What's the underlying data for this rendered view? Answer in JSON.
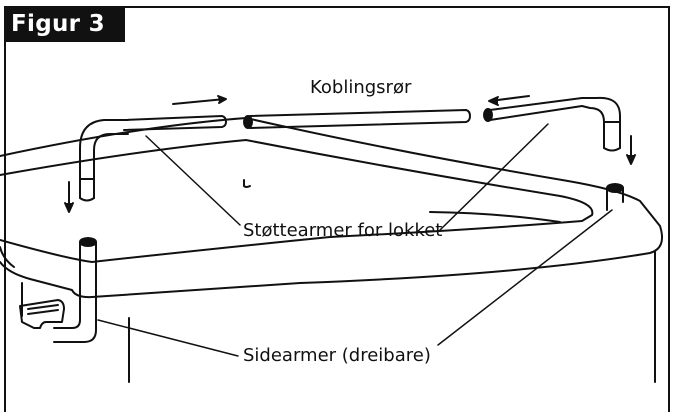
{
  "figure": {
    "title": "Figur 3"
  },
  "labels": {
    "coupling_tube": "Koblingsrør",
    "lid_support_arms": "Støttearmer for lokket",
    "side_arms": "Sidearmer (dreibare)"
  }
}
